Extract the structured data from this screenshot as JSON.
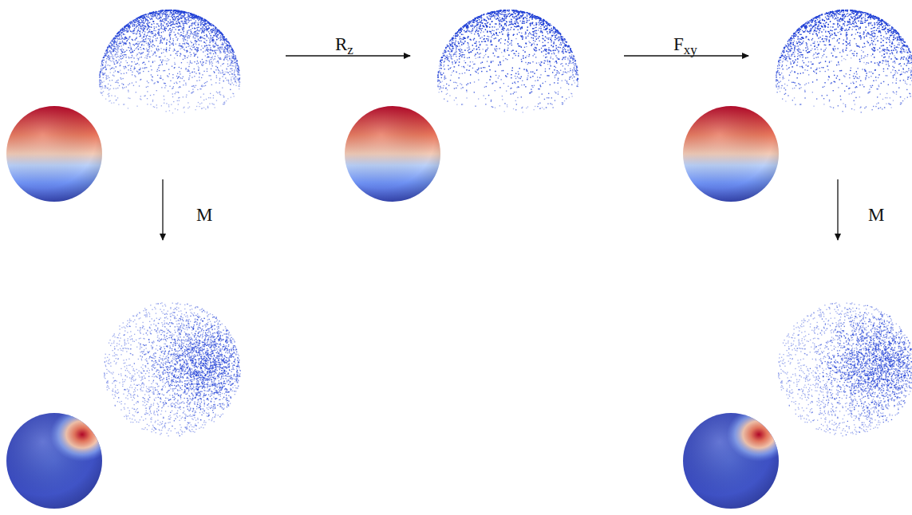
{
  "diagram": {
    "labels": [
      "R",
      "z",
      "F",
      "xy",
      "M",
      "M"
    ]
  }
}
